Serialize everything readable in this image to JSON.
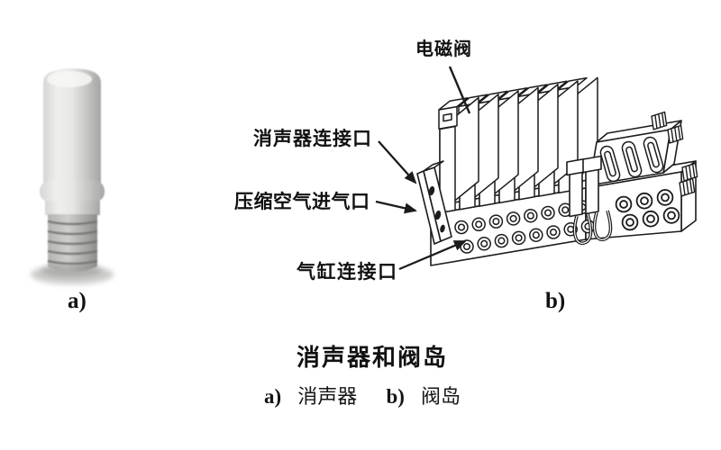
{
  "page": {
    "background_color": "#ffffff",
    "ink_color": "#1c1c1c",
    "photo_gray": "#c9c9c7"
  },
  "figure": {
    "callouts": {
      "solenoid_valve": "电磁阀",
      "silencer_port": "消声器连接口",
      "air_inlet_port": "压缩空气进气口",
      "cylinder_port": "气缸连接口"
    },
    "panel_labels": {
      "a": "a)",
      "b": "b)"
    },
    "caption": {
      "title": "消声器和阀岛",
      "legend": [
        {
          "key": "a)",
          "label": "消声器"
        },
        {
          "key": "b)",
          "label": "阀岛"
        }
      ]
    }
  }
}
